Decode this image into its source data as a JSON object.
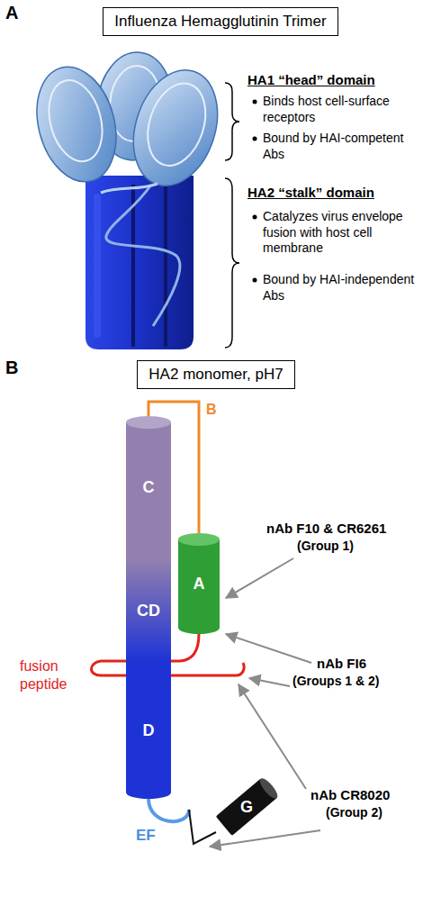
{
  "diagram": {
    "nodes": [
      {
        "text": [
          "Influenza Hemagglutinin Trimer"
        ]
      },
      {
        "text": [
          "HA2 monomer, pH7"
        ]
      },
      {
        "text": [
          "C"
        ]
      },
      {
        "text": [
          "A"
        ]
      },
      {
        "text": [
          "CD"
        ]
      },
      {
        "text": [
          "D"
        ]
      },
      {
        "text": [
          "G"
        ]
      }
    ],
    "edges": [
      {
        "from": 2,
        "to": 3,
        "label": "B",
        "arrow": "none"
      },
      {
        "from": 5,
        "to": 6,
        "label": "EF",
        "arrow": "none"
      }
    ],
    "labels": [
      "A",
      "HA1 “head” domain",
      "Binds host cell-surface receptors",
      "Bound by HAI-competent Abs",
      "HA2 “stalk” domain",
      "Catalyzes virus envelope fusion with host cell membrane",
      "Bound by HAI-independent Abs",
      "B",
      "fusion peptide",
      "nAb F10 & CR6261",
      "(Group 1)",
      "nAb FI6",
      "(Groups 1 & 2)",
      "nAb CR8020",
      "(Group 2)"
    ]
  }
}
